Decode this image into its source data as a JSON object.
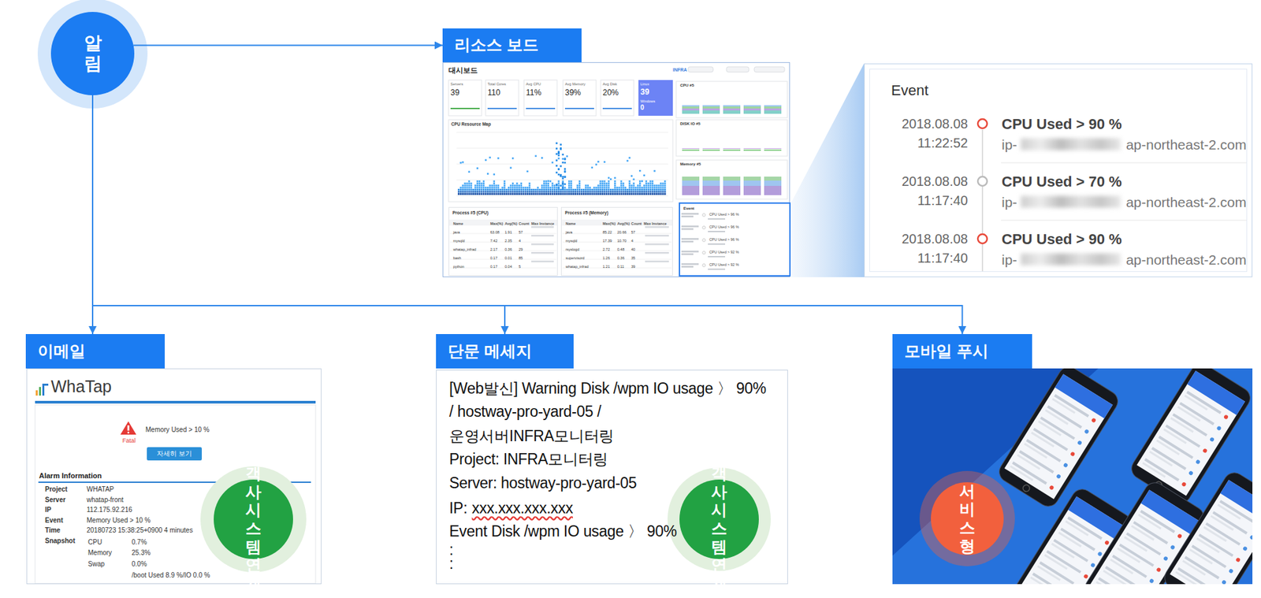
{
  "diagram": {
    "nodes": [
      {
        "text": [
          "알림"
        ]
      },
      {
        "text": [
          "리소스 보드"
        ]
      },
      {
        "text": [
          "대시보드",
          "INFRA",
          "Servers",
          "39",
          "Total Cores",
          "110",
          "Avg CPU",
          "11%",
          "Avg Memory",
          "39%",
          "Avg Disk",
          "20%",
          "Linux",
          "39",
          "Windows",
          "0",
          "CPU Resource Map",
          "CPU #5",
          "DISK IO #5",
          "Memory #5"
        ]
      },
      {
        "text": [
          "Process #5 (CPU)",
          "Name",
          "Max(%)",
          "Avg(%)",
          "Count",
          "Max Instance",
          "java",
          "63.08",
          "1.91",
          "57",
          "mysqld",
          "7.42",
          "2.35",
          "4",
          "whatap_infrad",
          "2.17",
          "0.36",
          "29",
          "bash",
          "0.17",
          "0.01",
          "85",
          "python",
          "0.17",
          "0.04",
          "5"
        ],
        "in": 2
      },
      {
        "text": [
          "Process #5 (Memory)",
          "Name",
          "Max(%)",
          "Avg(%)",
          "Count",
          "Max Instance",
          "java",
          "85.22",
          "20.66",
          "57",
          "mysqld",
          "17.39",
          "10.70",
          "4",
          "rsyslogd",
          "2.72",
          "0.48",
          "40",
          "supervisord",
          "1.26",
          "0.36",
          "35",
          "whatap_infrad",
          "1.21",
          "0.11",
          "39"
        ],
        "in": 2
      },
      {
        "text": [
          "Event",
          "CPU Used > 96 %",
          "CPU Used > 96 %",
          "CPU Used > 96 %",
          "CPU Used > 92 %",
          "CPU Used > 92 %"
        ],
        "in": 2
      },
      {
        "text": [
          "Event",
          "2018.08.08 11:22:52",
          "CPU Used > 90 %",
          "ip-",
          "ap-northeast-2.com",
          "2018.08.08 11:17:40",
          "CPU Used > 70 %",
          "ip-",
          "ap-northeast-2.com",
          "2018.08.08 11:17:40",
          "CPU Used > 90 %",
          "ip-",
          "ap-northeast-2.com"
        ]
      },
      {
        "text": [
          "이메일"
        ]
      },
      {
        "text": [
          "WhaTap",
          "Fatal",
          "Memory Used > 10 %",
          "Alarm Information",
          "Project",
          "WHATAP",
          "Server",
          "whatap-front",
          "IP",
          "112.175.92.216",
          "Event",
          "Memory Used > 10 %",
          "Time",
          "20180723 15:38:25+0900 4 minutes",
          "Snapshot",
          "CPU",
          "0.7%",
          "Memory",
          "25.3%",
          "Swap",
          "0.0%",
          "/boot Used 8.9 %/IO 0.0 %"
        ]
      },
      {
        "text": [
          "자세히 보기"
        ],
        "in": 8
      },
      {
        "text": [
          "고객사 시스템 연계"
        ],
        "in": 8
      },
      {
        "text": [
          "단문 메세지"
        ]
      },
      {
        "text": [
          "[Web발신] Warning Disk /wpm IO usage 〉 90%",
          "/ hostway-pro-yard-05 /",
          "운영서버INFRA모니터링",
          "Project: INFRA모니터링",
          "Server: hostway-pro-yard-05",
          "IP:",
          "xxx.xxx.xxx.xxx",
          "Event Disk /wpm IO usage 〉 90%",
          ":",
          ":"
        ]
      },
      {
        "text": [
          "고객사 시스템 연계"
        ],
        "in": 12
      },
      {
        "text": [
          "모바일 푸시"
        ]
      },
      {
        "text": [
          "서비스형"
        ]
      }
    ],
    "edges": [
      {
        "from": 0,
        "to": 1,
        "arrow": "to"
      },
      {
        "from": 0,
        "to": 7,
        "arrow": "to"
      },
      {
        "from": 0,
        "to": 11,
        "arrow": "to"
      },
      {
        "from": 0,
        "to": 14,
        "arrow": "to"
      }
    ]
  }
}
